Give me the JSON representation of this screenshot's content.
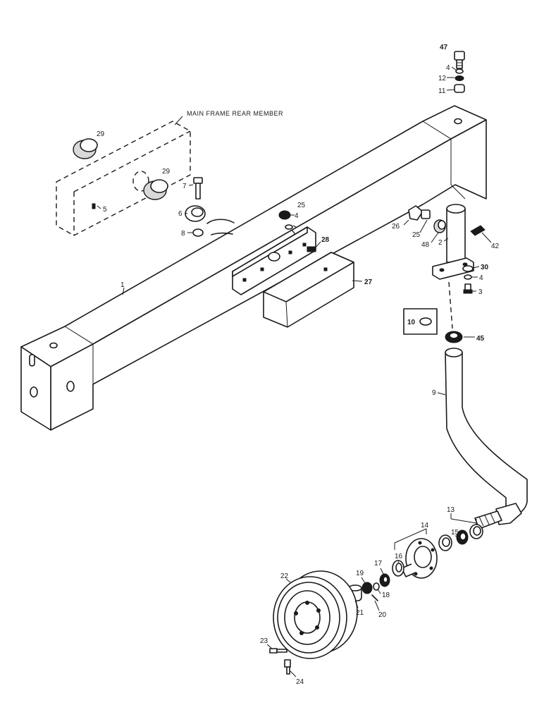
{
  "caption": "MAIN FRAME REAR MEMBER",
  "labels": {
    "p1": "1",
    "p2": "2",
    "p3": "3",
    "p4a": "4",
    "p4b": "4",
    "p4c": "4",
    "p5": "5",
    "p6": "6",
    "p7": "7",
    "p8": "8",
    "p9": "9",
    "p10": "10",
    "p11": "11",
    "p12": "12",
    "p13": "13",
    "p14": "14",
    "p15": "15",
    "p16": "16",
    "p17": "17",
    "p18": "18",
    "p19": "19",
    "p20": "20",
    "p21": "21",
    "p22": "22",
    "p23": "23",
    "p24": "24",
    "p25a": "25",
    "p25b": "25",
    "p26": "26",
    "p27": "27",
    "p28": "28",
    "p29a": "29",
    "p29b": "29",
    "p30": "30",
    "p42": "42",
    "p45": "45",
    "p47": "47",
    "p48": "48"
  },
  "colors": {
    "ink": "#1a1a1a",
    "paper": "#ffffff"
  }
}
